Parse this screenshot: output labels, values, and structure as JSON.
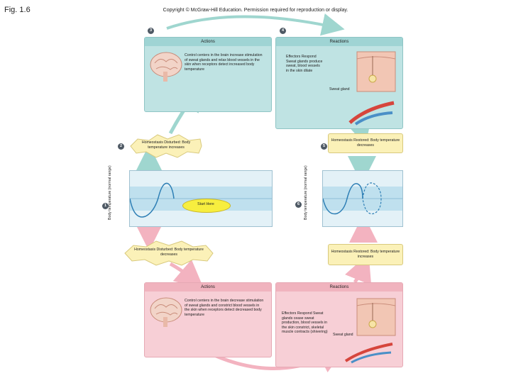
{
  "figure_label": "Fig. 1.6",
  "copyright": "Copyright © McGraw-Hill Education. Permission required for reproduction or display.",
  "top_left_panel": {
    "header": "Actions",
    "text": "Control centers in the brain increase stimulation of sweat glands and relax blood vessels in the skin when receptors detect increased body temperature"
  },
  "top_right_panel": {
    "header": "Reactions",
    "text": "Effectors Respond Sweat glands produce sweat, blood vessels in the skin dilate",
    "gland_label": "Sweat gland"
  },
  "bottom_left_panel": {
    "header": "Actions",
    "text": "Control centers in the brain decrease stimulation of sweat glands and constrict blood vessels in the skin when receptors detect decreased body temperature"
  },
  "bottom_right_panel": {
    "header": "Reactions",
    "text": "Effectors Respond Sweat glands cease sweat production, blood vessels in the skin constrict, skeletal muscle contracts (shivering)",
    "gland_label": "Sweat gland"
  },
  "disturbed_increase": "Homeostasis Disturbed: Body temperature increases",
  "restored_decrease": "Homeostasis Restored: Body temperature decreases",
  "disturbed_decrease": "Homeostasis Disturbed: Body temperature decreases",
  "restored_increase": "Homeostasis Restored: Body temperature increases",
  "start_here": "Start Here",
  "axis_label_left": "Body temperature (normal range)",
  "axis_label_right": "Body temperature (normal range)",
  "steps": [
    "1",
    "2",
    "3",
    "4",
    "5",
    "6"
  ],
  "colors": {
    "teal_panel": "#bfe3e3",
    "pink_panel": "#f7cfd6",
    "yellow_box": "#fbf1b8",
    "arrow_teal": "#9fd6cf",
    "arrow_pink": "#f3b3c0",
    "curve": "#2e7fb5"
  }
}
